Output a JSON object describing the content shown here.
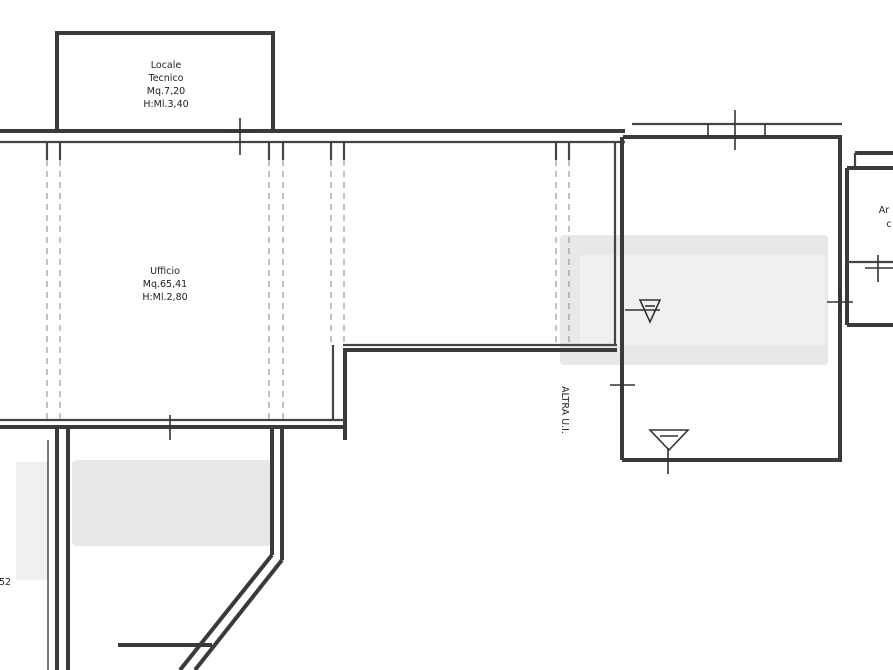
{
  "rooms": {
    "locale_tecnico": {
      "name_line1": "Locale",
      "name_line2": "Tecnico",
      "area": "Mq.7,20",
      "height": "H:Ml.3,40"
    },
    "ufficio": {
      "name": "Ufficio",
      "area": "Mq.65,41",
      "height": "H:Ml.2,80"
    },
    "right_edge_room": {
      "label_fragment_1": "Ar",
      "label_fragment_2": "c"
    },
    "lower_left_fragment": "52"
  },
  "notes": {
    "altra_ui": "ALTRA U.I."
  }
}
